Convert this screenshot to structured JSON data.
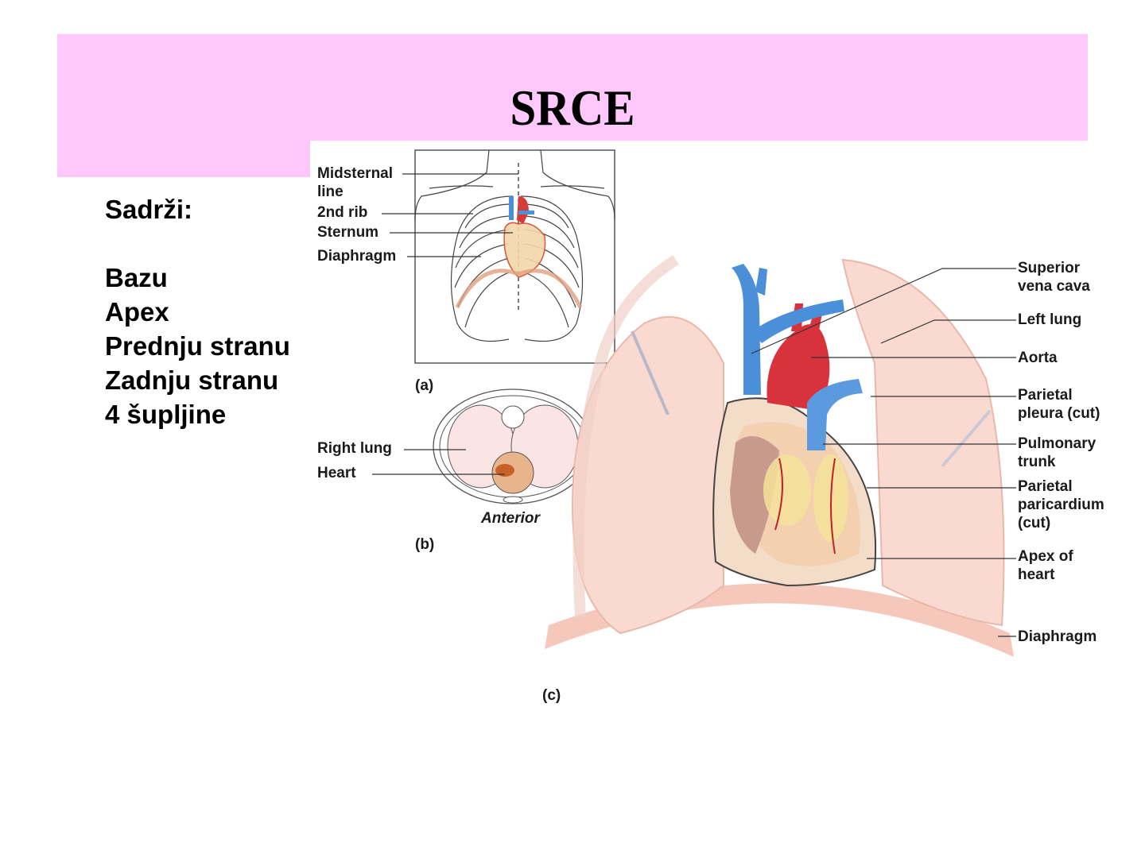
{
  "slide": {
    "title": "SRCE",
    "banner_color": "#ffc8fc"
  },
  "content": {
    "heading": "Sadrži:",
    "items": [
      "Bazu",
      "Apex",
      "Prednju stranu",
      "Zadnju stranu",
      "4 šupljine"
    ]
  },
  "figure": {
    "panel_a": {
      "caption": "(a)",
      "labels": [
        "Midsternal",
        "line",
        "2nd rib",
        "Sternum",
        "Diaphragm"
      ]
    },
    "panel_b": {
      "caption": "(b)",
      "orientation": "Anterior",
      "labels": [
        "Right lung",
        "Heart"
      ]
    },
    "panel_c": {
      "caption": "(c)",
      "labels": [
        [
          "Superior",
          "vena cava"
        ],
        [
          "Left lung"
        ],
        [
          "Aorta"
        ],
        [
          "Parietal",
          "pleura (cut)"
        ],
        [
          "Pulmonary",
          "trunk"
        ],
        [
          "Parietal",
          "paricardium",
          "(cut)"
        ],
        [
          "Apex of",
          "heart"
        ],
        [
          "Diaphragm"
        ]
      ]
    }
  }
}
